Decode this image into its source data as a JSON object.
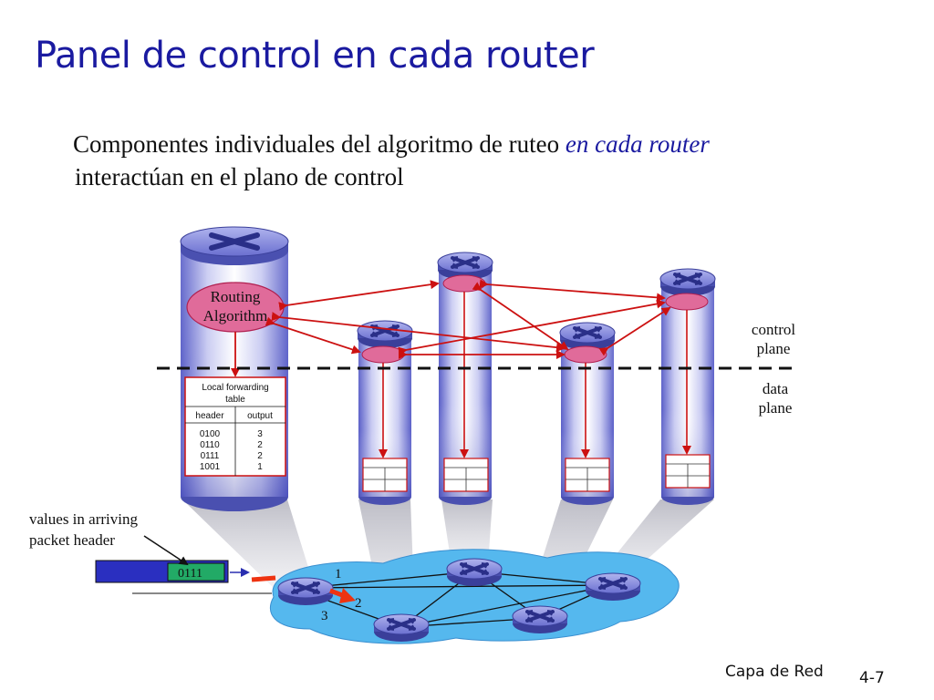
{
  "slide": {
    "title": "Panel de control en cada router",
    "subtitle": {
      "part1": "Componentes individuales del algoritmo de ruteo ",
      "emphasis": "en cada router",
      "part2": "interactúan en el plano de control"
    },
    "footer_left": "Capa de Red",
    "page_number": "4-7"
  },
  "diagram": {
    "routing_box": {
      "line1": "Routing",
      "line2": "Algorithm"
    },
    "plane_labels": {
      "control_line1": "control",
      "control_line2": "plane",
      "data_line1": "data",
      "data_line2": "plane"
    },
    "forwarding_table": {
      "title_line1": "Local forwarding",
      "title_line2": "table",
      "col_header": "header",
      "col_output": "output",
      "rows": [
        {
          "header": "0100",
          "output": "3"
        },
        {
          "header": "0110",
          "output": "2"
        },
        {
          "header": "0111",
          "output": "2"
        },
        {
          "header": "1001",
          "output": "1"
        }
      ]
    },
    "packet": {
      "label_line1": "values in arriving",
      "label_line2": "packet header",
      "value": "0111"
    },
    "ports": {
      "p1": "1",
      "p2": "2",
      "p3": "3"
    },
    "colors": {
      "title": "#1a1aa0",
      "arrow": "#cc1111",
      "network": "#55b8ee",
      "router": "#6a6fd0"
    }
  }
}
